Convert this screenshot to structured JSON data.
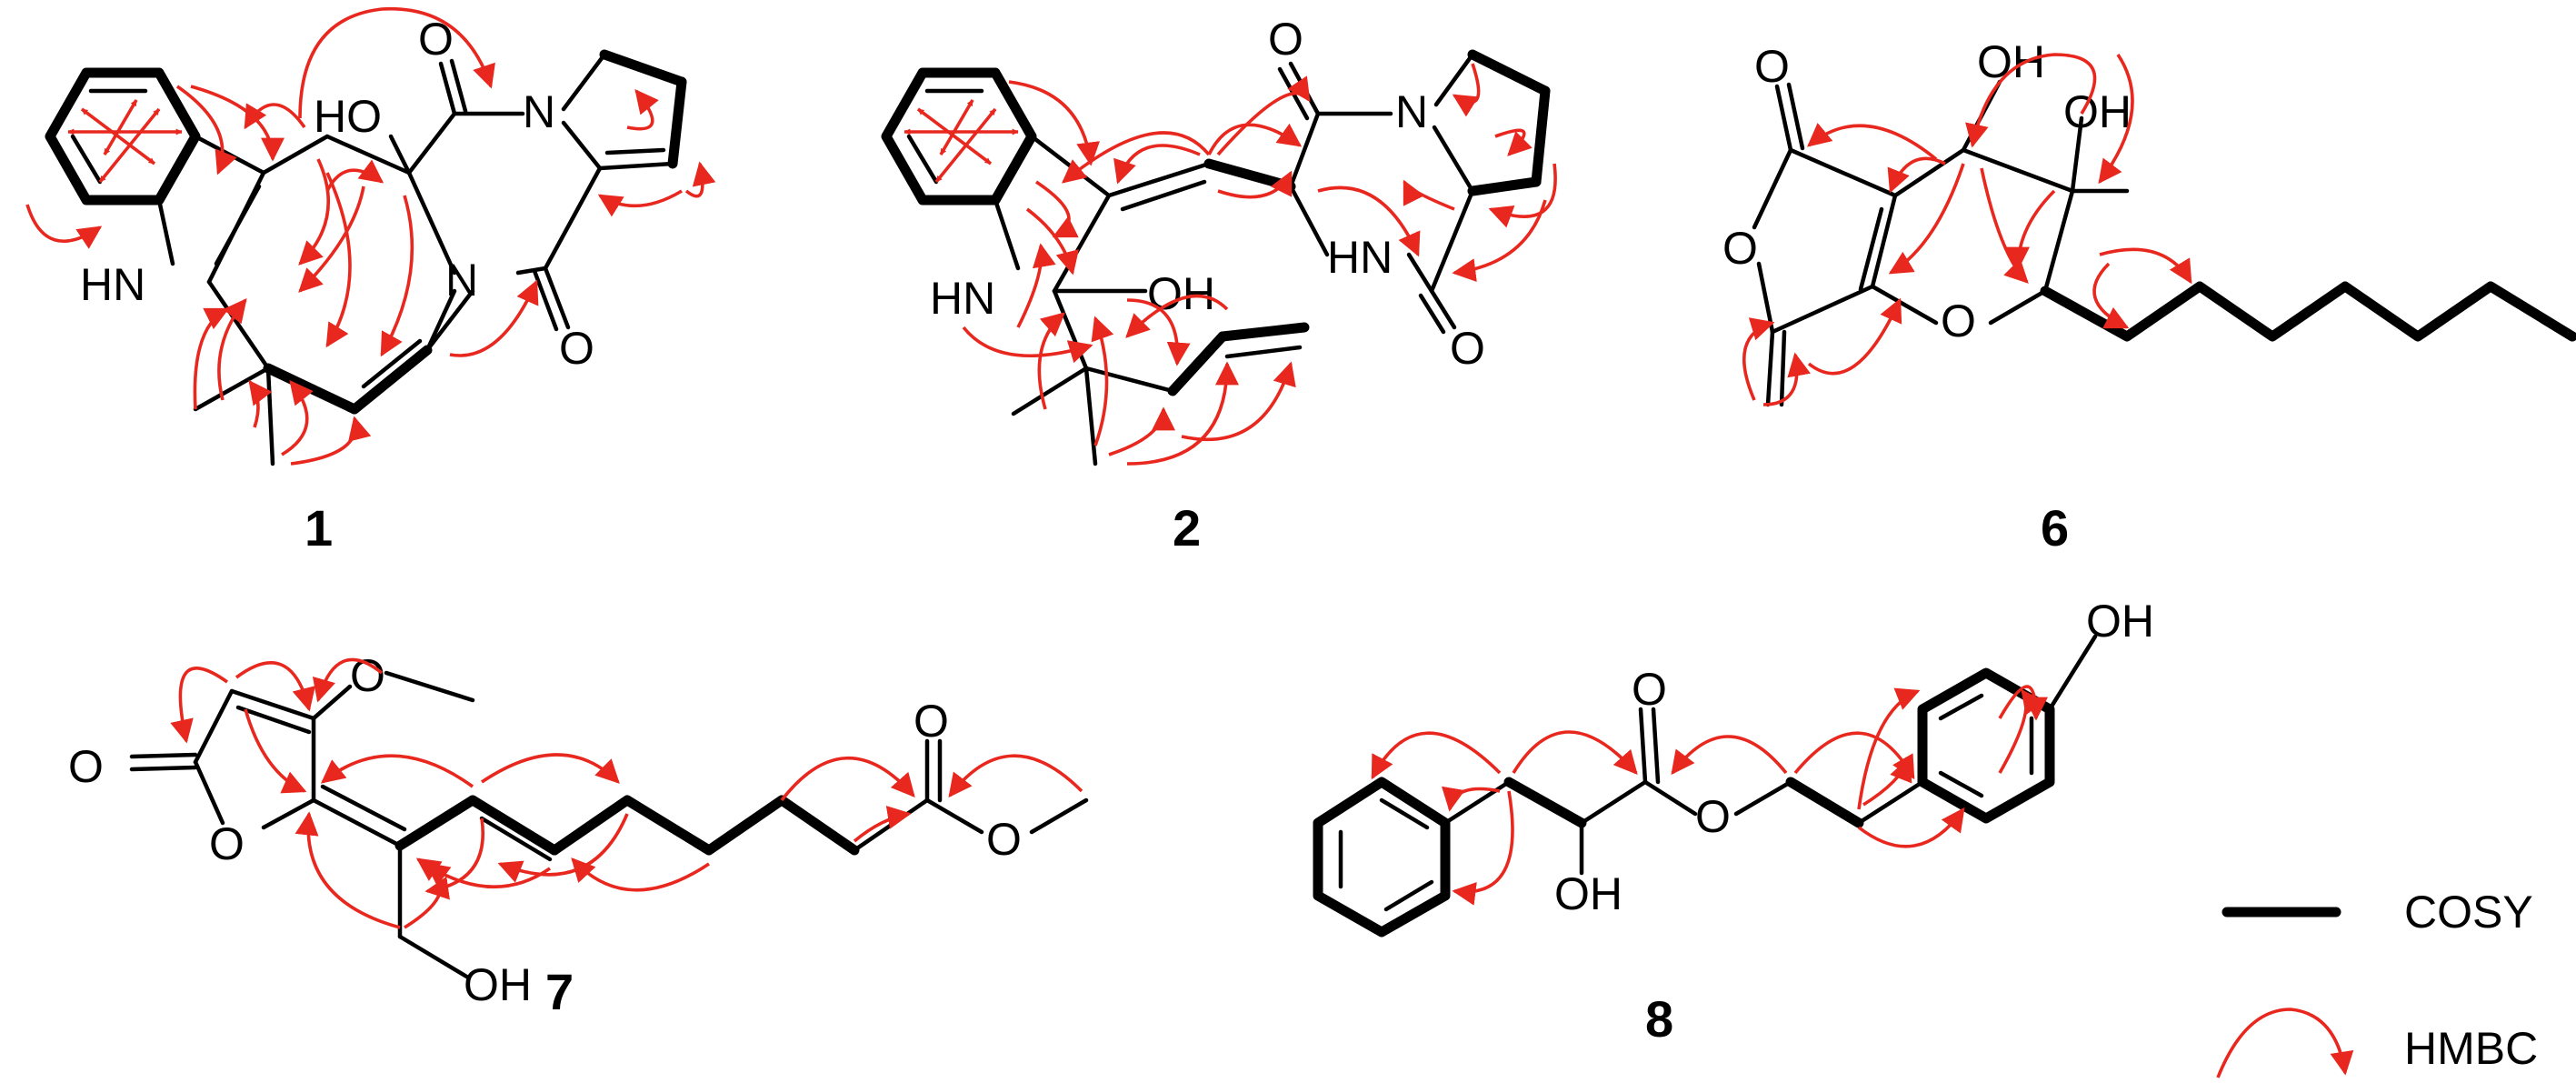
{
  "compounds": [
    {
      "id": "1",
      "label": "1"
    },
    {
      "id": "2",
      "label": "2"
    },
    {
      "id": "6",
      "label": "6"
    },
    {
      "id": "7",
      "label": "7"
    },
    {
      "id": "8",
      "label": "8"
    }
  ],
  "atoms": {
    "c1_nh": "HN",
    "c1_ho": "HO",
    "c1_o_top": "O",
    "c1_n_pyrrole": "N",
    "c1_n_amide": "N",
    "c1_o_amide": "O",
    "c2_hn": "HN",
    "c2_oh": "OH",
    "c2_o_top": "O",
    "c2_n_pro": "N",
    "c2_hn_amide": "HN",
    "c2_o_amide": "O",
    "c6_oh1": "OH",
    "c6_oh2": "OH",
    "c6_o_lactone_co": "O",
    "c6_o_lactone_ring": "O",
    "c6_o_pyran": "O",
    "c7_o_methoxy": "O",
    "c7_o_carbonyl": "O",
    "c7_o_ring": "O",
    "c7_oh": "OH",
    "c7_o_ester_co": "O",
    "c7_o_ester": "O",
    "c8_oh_phenol": "OH",
    "c8_o_ester_co": "O",
    "c8_o_ester": "O",
    "c8_oh": "OH"
  },
  "legend": {
    "cosy_label": "COSY",
    "hmbc_label": "HMBC"
  },
  "colors": {
    "hmbc": "#e8281e",
    "bond": "#000000",
    "background": "#ffffff"
  }
}
